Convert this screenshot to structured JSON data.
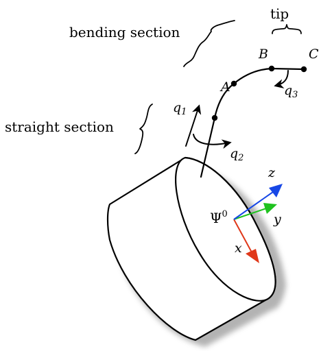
{
  "labels": {
    "tip": "tip",
    "bending_section": "bending section",
    "straight_section": "straight section",
    "point_a": "A",
    "point_b": "B",
    "point_c": "C",
    "joint_q1": "q",
    "joint_q1_sub": "1",
    "joint_q2": "q",
    "joint_q2_sub": "2",
    "joint_q3": "q",
    "joint_q3_sub": "3",
    "frame_psi": "Ψ",
    "frame_psi_sup": "0",
    "axis_x": "x",
    "axis_y": "y",
    "axis_z": "z"
  },
  "colors": {
    "axis_x": "#e0381a",
    "axis_y": "#1fc21f",
    "axis_z": "#1747e6",
    "ink": "#000000",
    "shadow": "#9a9a9a"
  }
}
